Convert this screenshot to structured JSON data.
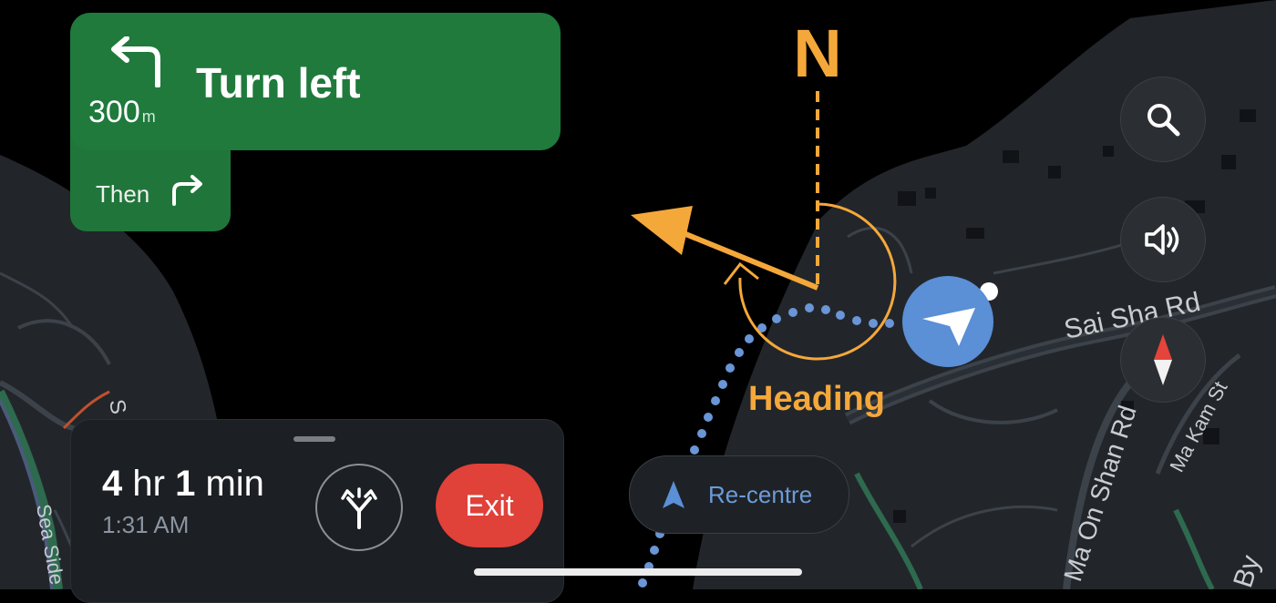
{
  "maneuver": {
    "instruction": "Turn left",
    "distance_value": "300",
    "distance_unit": "m",
    "then_label": "Then",
    "turn_icon": "turn-left-arrow",
    "then_icon": "turn-right-arrow"
  },
  "annotations": {
    "north_label": "N",
    "heading_label": "Heading",
    "accent_color": "#f5a83a"
  },
  "map": {
    "road_labels": [
      "Sai Sha Rd",
      "Ma On Shan Rd",
      "Ma Kam St",
      "Sea Side",
      "S",
      "By"
    ]
  },
  "controls": {
    "search_icon": "search-icon",
    "sound_icon": "speaker-icon",
    "compass_icon": "compass-icon",
    "recentre_label": "Re-centre"
  },
  "trip": {
    "hours": "4",
    "hours_unit": "hr",
    "minutes": "1",
    "minutes_unit": "min",
    "eta": "1:31 AM",
    "exit_label": "Exit",
    "routes_icon": "alternate-routes-icon"
  },
  "colors": {
    "nav_green": "#1f7a3c",
    "exit_red": "#e04139",
    "location_blue": "#5b8fd6",
    "map_land": "#23272d",
    "map_road": "#3a4047"
  }
}
